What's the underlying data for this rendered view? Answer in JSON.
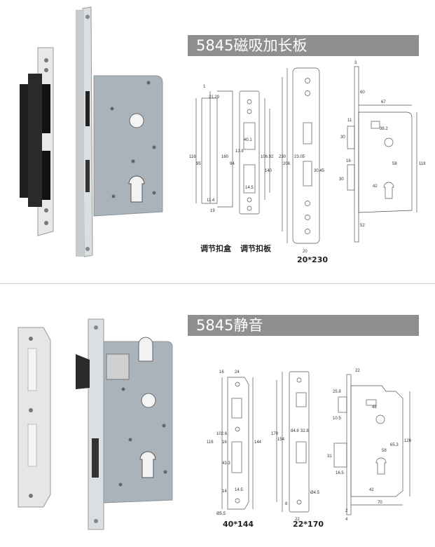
{
  "section1": {
    "title": "5845磁吸加长板",
    "caption_left": "调节扣盒",
    "caption_right": "调节扣板",
    "size": "20*230",
    "dims": {
      "strike_top": "1",
      "strike_a": "21.29",
      "strike_h1": "116",
      "strike_h2": "95",
      "strike_b": "160",
      "strike_c": "94",
      "strike_d": "40.1",
      "strike_e": "13.8",
      "strike_f": "106.92",
      "strike_g": "140",
      "strike_h": "14.5",
      "strike_i": "11.4",
      "strike_j": "19",
      "plate_h1": "230",
      "plate_h2": "206",
      "plate_a": "23.05",
      "plate_b": "30.45",
      "plate_w": "20",
      "body_top": "3",
      "body_a": "60",
      "body_w": "67",
      "body_b": "11",
      "body_c": "30",
      "body_d": "38.2",
      "body_h": "118",
      "body_e": "16",
      "body_f": "58",
      "body_g": "30",
      "body_i": "42",
      "body_j": "52"
    }
  },
  "section2": {
    "title": "5845静音",
    "size_left": "40*144",
    "size_right": "22*170",
    "dims": {
      "s_top_a": "16",
      "s_top_b": "24",
      "s_h1": "116",
      "s_h2": "102.6",
      "s_h3": "16",
      "s_h4": "144",
      "s_h5": "43.3",
      "s_h6": "14",
      "s_h7": "14.5",
      "s_hole": "Ø5.5",
      "p_h1": "170",
      "p_h2": "154",
      "p_h3": "84.8",
      "p_h4": "32.8",
      "p_h5": "8",
      "p_hole": "Ø4.5",
      "p_w": "22",
      "b_top": "22",
      "b_a": "25.8",
      "b_b": "48",
      "b_c": "10.5",
      "b_d": "126",
      "b_e": "65.3",
      "b_f": "58",
      "b_g": "31",
      "b_h": "16.5",
      "b_i": "42",
      "b_j": "70",
      "b_k": "2",
      "b_l": "4"
    }
  },
  "colors": {
    "banner": "#8f8f8f",
    "steel": "#d9dcde",
    "body": "#aeb6bc",
    "dark": "#2b2b2b"
  }
}
